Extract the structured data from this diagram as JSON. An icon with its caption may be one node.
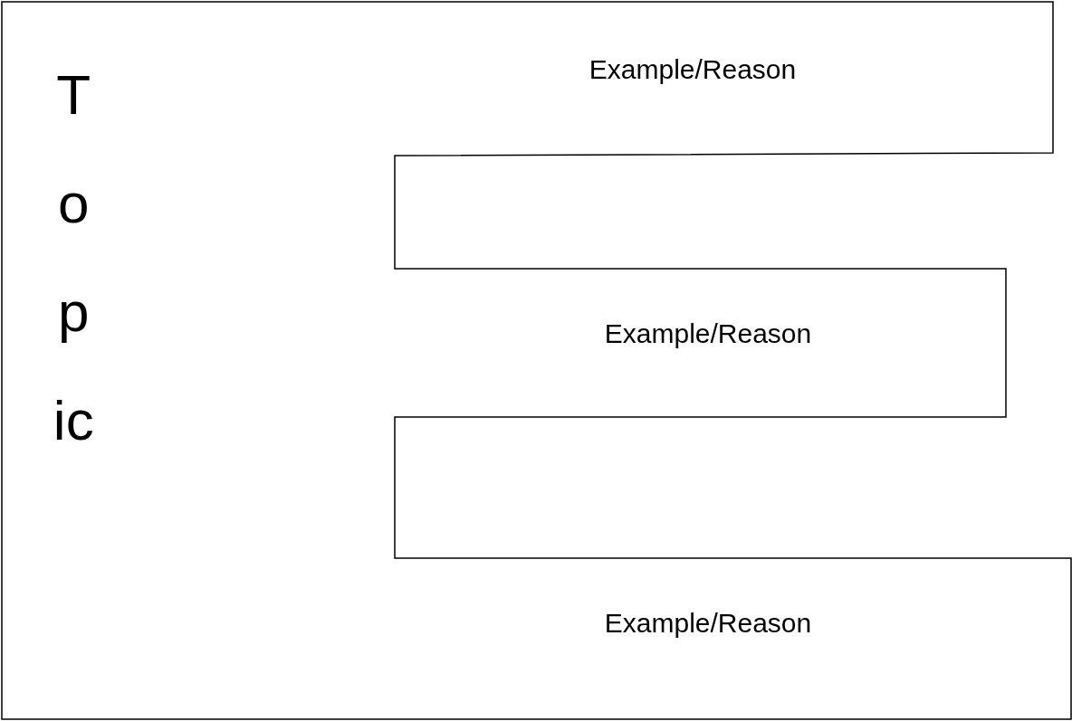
{
  "diagram": {
    "nodes": [
      {
        "text": [
          "Topic",
          "Example/Reason",
          "Example/Reason",
          "Example/Reason"
        ]
      }
    ]
  }
}
